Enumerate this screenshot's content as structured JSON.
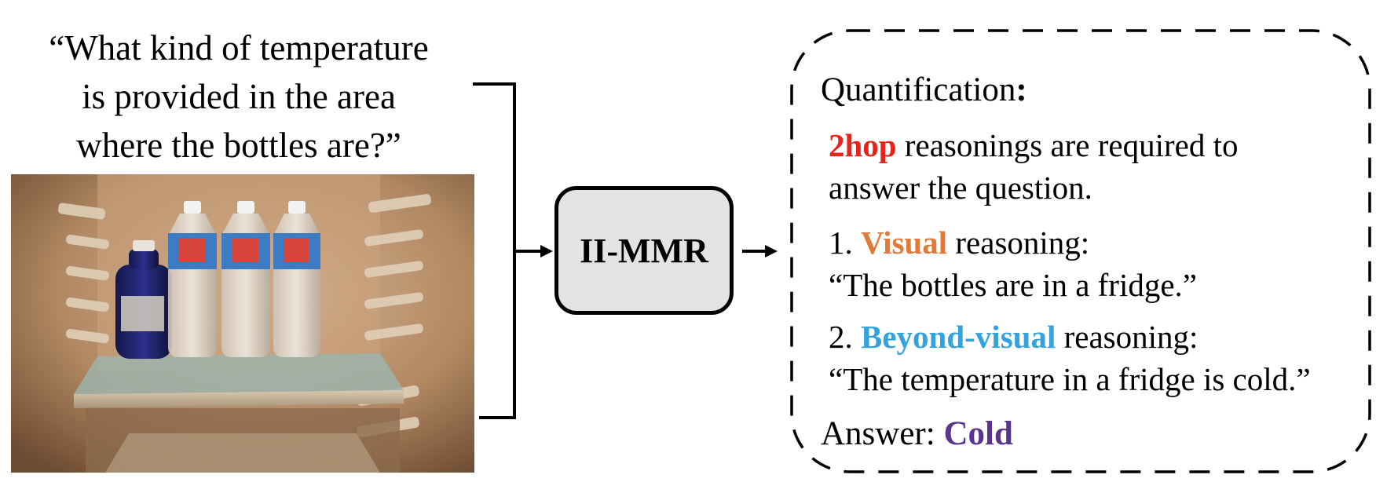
{
  "question": {
    "line1": "“What kind of temperature",
    "line2": "is provided in the area",
    "line3": "where the bottles are?”"
  },
  "model": {
    "label": "II-MMR"
  },
  "quantification": {
    "title": "Quantification",
    "title_colon": ":",
    "hop_label": "2hop",
    "hop_text": " reasonings are required to",
    "hop_text2": "answer the question.",
    "step1_num": "1. ",
    "step1_keyword": "Visual",
    "step1_rest": " reasoning:",
    "step1_quote": "“The bottles are in a fridge.”",
    "step2_num": "2. ",
    "step2_keyword": "Beyond-visual",
    "step2_rest": " reasoning:",
    "step2_quote": "“The temperature in a fridge is cold.”",
    "answer_label": "Answer: ",
    "answer_value": "Cold"
  },
  "colors": {
    "hop": "#e8231c",
    "visual": "#e07a3a",
    "beyond_visual": "#34a3dc",
    "answer": "#5a3590",
    "model_box_fill": "#e3e3e3"
  }
}
